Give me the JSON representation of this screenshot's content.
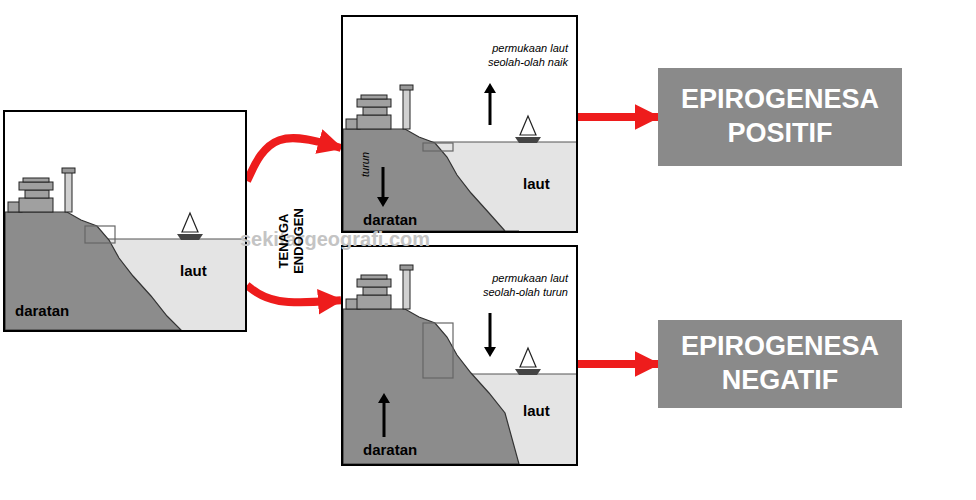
{
  "diagram": {
    "nodes": [
      {
        "text": [
          "daratan",
          "laut"
        ]
      },
      {
        "text": [
          "permukaan laut seolah-olah naik",
          "turun",
          "daratan",
          "laut"
        ]
      },
      {
        "text": [
          "permukaan laut seolah-olah turun",
          "daratan",
          "laut"
        ]
      },
      {
        "text": [
          "EPIROGENESA POSITIF"
        ]
      },
      {
        "text": [
          "EPIROGENESA NEGATIF"
        ]
      }
    ],
    "edges": [
      {
        "from": 0,
        "to": 1,
        "arrow": "to"
      },
      {
        "from": 0,
        "to": 2,
        "arrow": "to"
      },
      {
        "from": 1,
        "to": 3,
        "arrow": "to"
      },
      {
        "from": 2,
        "to": 4,
        "arrow": "to"
      }
    ],
    "labels": [
      "TENAGA ENDOGEN",
      "sekitargeografi.com"
    ]
  }
}
